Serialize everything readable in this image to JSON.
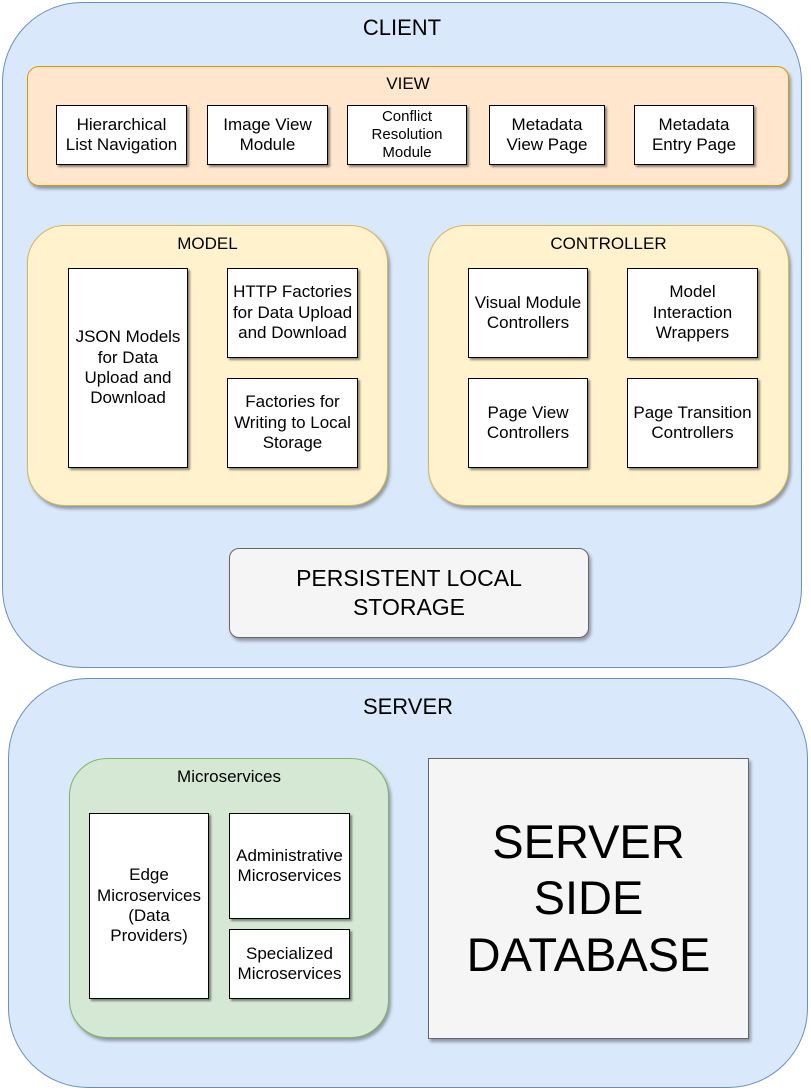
{
  "client": {
    "title": "CLIENT",
    "view": {
      "title": "VIEW",
      "items": [
        "Hierarchical\nList Navigation",
        "Image View\nModule",
        "Conflict\nResolution\nModule",
        "Metadata\nView Page",
        "Metadata\nEntry Page"
      ]
    },
    "model": {
      "title": "MODEL",
      "items": [
        "JSON Models\nfor Data\nUpload and\nDownload",
        "HTTP Factories\nfor Data Upload\nand Download",
        "Factories for\nWriting to Local\nStorage"
      ]
    },
    "controller": {
      "title": "CONTROLLER",
      "items": [
        "Visual Module\nControllers",
        "Model\nInteraction\nWrappers",
        "Page View\nControllers",
        "Page Transition\nControllers"
      ]
    },
    "storage": "PERSISTENT LOCAL\nSTORAGE"
  },
  "server": {
    "title": "SERVER",
    "microservices": {
      "title": "Microservices",
      "items": [
        "Edge\nMicroservices\n(Data\nProviders)",
        "Administrative\nMicroservices",
        "Specialized\nMicroservices"
      ]
    },
    "database": "SERVER\nSIDE\nDATABASE"
  }
}
